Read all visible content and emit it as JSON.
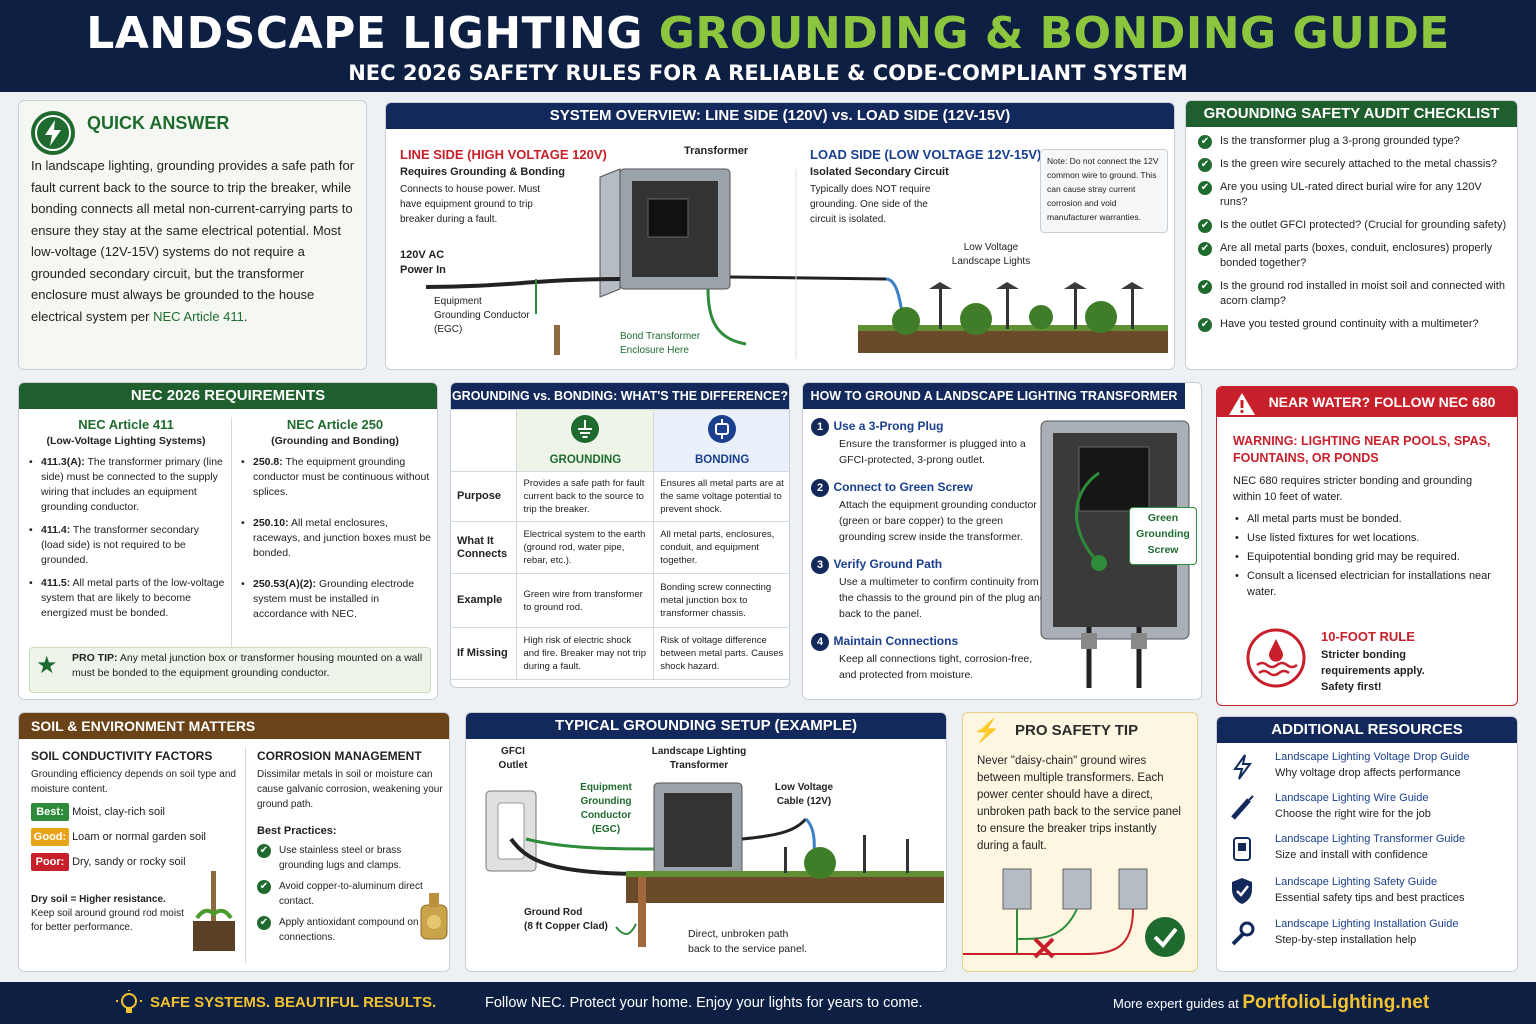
{
  "header": {
    "title_part1": "LANDSCAPE LIGHTING ",
    "title_part2": "GROUNDING & BONDING GUIDE",
    "subtitle": "NEC 2026 SAFETY RULES FOR A RELIABLE & CODE-COMPLIANT SYSTEM"
  },
  "quick": {
    "title": "QUICK ANSWER",
    "body": "In landscape lighting, grounding provides a safe path for fault current back to the source to trip the breaker, while bonding connects all metal non-current-carrying parts to ensure they stay at the same electrical potential. Most low-voltage (12V-15V) systems do not require a grounded secondary circuit, but the transformer enclosure must always be grounded to the house electrical system per ",
    "link": "NEC Article 411",
    "end": "."
  },
  "overview": {
    "title": "SYSTEM OVERVIEW: LINE SIDE (120V) vs. LOAD SIDE (12V-15V)",
    "line_title": "LINE SIDE (HIGH VOLTAGE 120V)",
    "line_sub": "Requires Grounding & Bonding",
    "line_body": "Connects to house power. Must have equipment ground to trip breaker during a fault.",
    "transformer": "Transformer",
    "load_title": "LOAD SIDE (LOW VOLTAGE 12V-15V)",
    "load_sub": "Isolated Secondary Circuit",
    "load_body": "Typically does NOT require grounding. One side of the circuit is isolated.",
    "note": "Note: Do not connect the 12V common wire to ground. This can cause stray current corrosion and void manufacturer warranties.",
    "ac": "120V AC\nPower In",
    "egc": "Equipment\nGrounding Conductor\n(EGC)",
    "bond": "Bond Transformer\nEnclosure Here",
    "lights": "Low Voltage\nLandscape Lights"
  },
  "audit": {
    "title": "GROUNDING SAFETY AUDIT CHECKLIST",
    "items": [
      "Is the transformer plug a 3-prong grounded type?",
      "Is the green wire securely attached to the metal chassis?",
      "Are you using UL-rated direct burial wire for any 120V runs?",
      "Is the outlet GFCI protected? (Crucial for grounding safety)",
      "Are all metal parts (boxes, conduit, enclosures) properly bonded together?",
      "Is the ground rod installed in moist soil and connected with acorn clamp?",
      "Have you tested ground continuity with a multimeter?"
    ]
  },
  "nec": {
    "title": "NEC 2026 REQUIREMENTS",
    "a411_title": "NEC Article 411",
    "a411_sub": "(Low-Voltage Lighting Systems)",
    "a411": [
      {
        "k": "411.3(A):",
        "v": " The transformer primary (line side) must be connected to the supply wiring that includes an equipment grounding conductor."
      },
      {
        "k": "411.4:",
        "v": " The transformer secondary (load side) is not required to be grounded."
      },
      {
        "k": "411.5:",
        "v": " All metal parts of the low-voltage system that are likely to become energized must be bonded."
      }
    ],
    "a250_title": "NEC Article 250",
    "a250_sub": "(Grounding and Bonding)",
    "a250": [
      {
        "k": "250.8:",
        "v": " The equipment grounding conductor must be continuous without splices."
      },
      {
        "k": "250.10:",
        "v": " All metal enclosures, raceways, and junction boxes must be bonded."
      },
      {
        "k": "250.53(A)(2):",
        "v": " Grounding electrode system must be installed in accordance with NEC."
      }
    ],
    "tip_k": "PRO TIP:",
    "tip_v": " Any metal junction box or transformer housing mounted on a wall must be bonded to the equipment grounding conductor."
  },
  "diff": {
    "title": "GROUNDING vs. BONDING: WHAT'S THE DIFFERENCE?",
    "col1": "GROUNDING",
    "col2": "BONDING",
    "rows": [
      {
        "h": "Purpose",
        "a": "Provides a safe path for fault current back to the source to trip the breaker.",
        "b": "Ensures all metal parts are at the same voltage potential to prevent shock."
      },
      {
        "h": "What It Connects",
        "a": "Electrical system to the earth (ground rod, water pipe, rebar, etc.).",
        "b": "All metal parts, enclosures, conduit, and equipment together."
      },
      {
        "h": "Example",
        "a": "Green wire from transformer to ground rod.",
        "b": "Bonding screw connecting metal junction box to transformer chassis."
      },
      {
        "h": "If Missing",
        "a": "High risk of electric shock and fire. Breaker may not trip during a fault.",
        "b": "Risk of voltage difference between metal parts. Causes shock hazard."
      }
    ]
  },
  "howto": {
    "title": "HOW TO GROUND A LANDSCAPE LIGHTING TRANSFORMER",
    "steps": [
      {
        "n": "1",
        "t": "Use a 3-Prong Plug",
        "d": "Ensure the transformer is plugged into a GFCI-protected, 3-prong outlet."
      },
      {
        "n": "2",
        "t": "Connect to Green Screw",
        "d": "Attach the equipment grounding conductor (green or bare copper) to the green grounding screw inside the transformer."
      },
      {
        "n": "3",
        "t": "Verify Ground Path",
        "d": "Use a multimeter to confirm continuity from the chassis to the ground pin of the plug and back to the panel."
      },
      {
        "n": "4",
        "t": "Maintain Connections",
        "d": "Keep all connections tight, corrosion-free, and protected from moisture."
      }
    ],
    "callout": "Green\nGrounding\nScrew"
  },
  "water": {
    "title": "NEAR WATER? FOLLOW NEC 680",
    "warn": "WARNING: LIGHTING NEAR POOLS, SPAS, FOUNTAINS, OR PONDS",
    "body": "NEC 680 requires stricter bonding and grounding within 10 feet of water.",
    "items": [
      "All metal parts must be bonded.",
      "Use listed fixtures for wet locations.",
      "Equipotential bonding grid may be required.",
      "Consult a licensed electrician for installations near water."
    ],
    "rule_title": "10-FOOT RULE",
    "rule_body": "Stricter bonding requirements apply. Safety first!"
  },
  "soil": {
    "title": "SOIL & ENVIRONMENT MATTERS",
    "f_title": "SOIL CONDUCTIVITY FACTORS",
    "f_body": "Grounding efficiency depends on soil type and moisture content.",
    "levels": [
      {
        "tag": "Best:",
        "text": "Moist, clay-rich soil",
        "color": "#2e8b3a"
      },
      {
        "tag": "Good:",
        "text": "Loam or normal garden soil",
        "color": "#e8a317"
      },
      {
        "tag": "Poor:",
        "text": "Dry, sandy or rocky soil",
        "color": "#c8202a"
      }
    ],
    "dry": "Dry soil = Higher resistance.",
    "dry2": "Keep soil around ground rod moist for better performance.",
    "c_title": "CORROSION MANAGEMENT",
    "c_body": "Dissimilar metals in soil or moisture can cause galvanic corrosion, weakening your ground path.",
    "bp": "Best Practices:",
    "bp_items": [
      "Use stainless steel or brass grounding lugs and clamps.",
      "Avoid copper-to-aluminum direct contact.",
      "Apply antioxidant compound on connections."
    ]
  },
  "typical": {
    "title": "TYPICAL GROUNDING SETUP (EXAMPLE)",
    "gfci": "GFCI\nOutlet",
    "transformer": "Landscape Lighting\nTransformer",
    "egc": "Equipment\nGrounding\nConductor\n(EGC)",
    "cable": "Low Voltage\nCable (12V)",
    "rod": "Ground Rod\n(8 ft Copper Clad)",
    "path": "Direct, unbroken path\nback to the service panel."
  },
  "protip": {
    "title": "PRO SAFETY TIP",
    "body": "Never \"daisy-chain\" ground wires between multiple transformers. Each power center should have a direct, unbroken path back to the service panel to ensure the breaker trips instantly during a fault."
  },
  "resources": {
    "title": "ADDITIONAL RESOURCES",
    "items": [
      {
        "t": "Landscape Lighting Voltage Drop Guide",
        "d": "Why voltage drop affects performance",
        "icon": "bolt-icon"
      },
      {
        "t": "Landscape Lighting Wire Guide",
        "d": "Choose the right wire for the job",
        "icon": "wire-icon"
      },
      {
        "t": "Landscape Lighting Transformer Guide",
        "d": "Size and install with confidence",
        "icon": "transformer-icon"
      },
      {
        "t": "Landscape Lighting Safety Guide",
        "d": "Essential safety tips and best practices",
        "icon": "shield-icon"
      },
      {
        "t": "Landscape Lighting Installation Guide",
        "d": "Step-by-step installation help",
        "icon": "wrench-icon"
      }
    ]
  },
  "footer": {
    "left": "SAFE SYSTEMS. BEAUTIFUL RESULTS.",
    "mid": "Follow NEC. Protect your home. Enjoy your lights for years to come.",
    "right_pre": "More expert guides at ",
    "right_link": "PortfolioLighting.net"
  },
  "colors": {
    "navy": "#13295b",
    "green": "#1f5e2d",
    "lime": "#8cc63f",
    "red": "#c8202a",
    "brown": "#6a4319"
  }
}
